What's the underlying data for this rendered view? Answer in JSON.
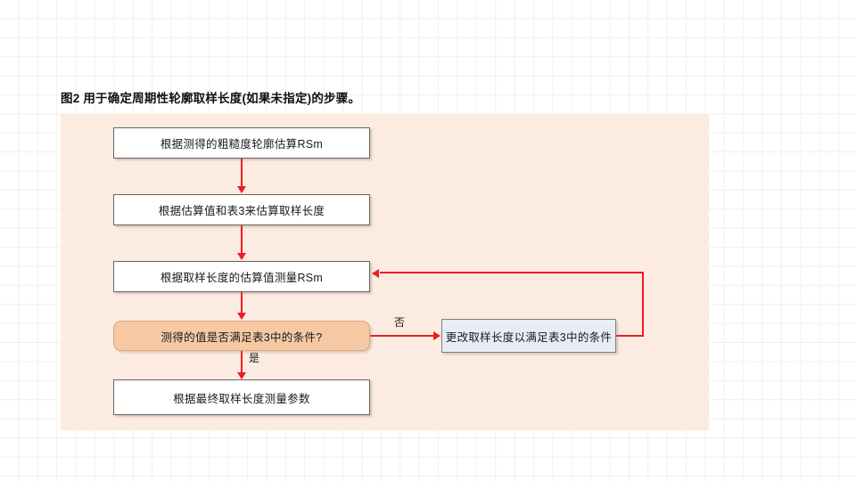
{
  "figure": {
    "title": "图2 用于确定周期性轮廓取样长度(如果未指定)的步骤。"
  },
  "colors": {
    "canvas_background": "#fcebe0",
    "process_fill": "#ffffff",
    "process_border": "#6b6560",
    "decision_fill": "#f6c9a4",
    "decision_border": "#d6a783",
    "alt_fill": "#e7edf4",
    "alt_border": "#808080",
    "connector": "#ed1c24",
    "text": "#1a1a1a",
    "grid_line": "#f0f0f0"
  },
  "flowchart": {
    "nodes": [
      {
        "id": "step1",
        "type": "process",
        "label": "根据测得的粗糙度轮廓估算RSm"
      },
      {
        "id": "step2",
        "type": "process",
        "label": "根据估算值和表3来估算取样长度"
      },
      {
        "id": "step3",
        "type": "process",
        "label": "根据取样长度的估算值测量RSm"
      },
      {
        "id": "step4",
        "type": "decision",
        "label": "测得的值是否满足表3中的条件?"
      },
      {
        "id": "step5",
        "type": "alt",
        "label": "更改取样长度以满足表3中的条件"
      },
      {
        "id": "step6",
        "type": "process",
        "label": "根据最终取样长度测量参数"
      }
    ],
    "edges": [
      {
        "from": "step1",
        "to": "step2",
        "label": ""
      },
      {
        "from": "step2",
        "to": "step3",
        "label": ""
      },
      {
        "from": "step3",
        "to": "step4",
        "label": ""
      },
      {
        "from": "step4",
        "to": "step5",
        "label": "否"
      },
      {
        "from": "step4",
        "to": "step6",
        "label": "是"
      },
      {
        "from": "step5",
        "to": "step3",
        "label": ""
      }
    ],
    "edge_labels": {
      "no": "否",
      "yes": "是"
    }
  }
}
